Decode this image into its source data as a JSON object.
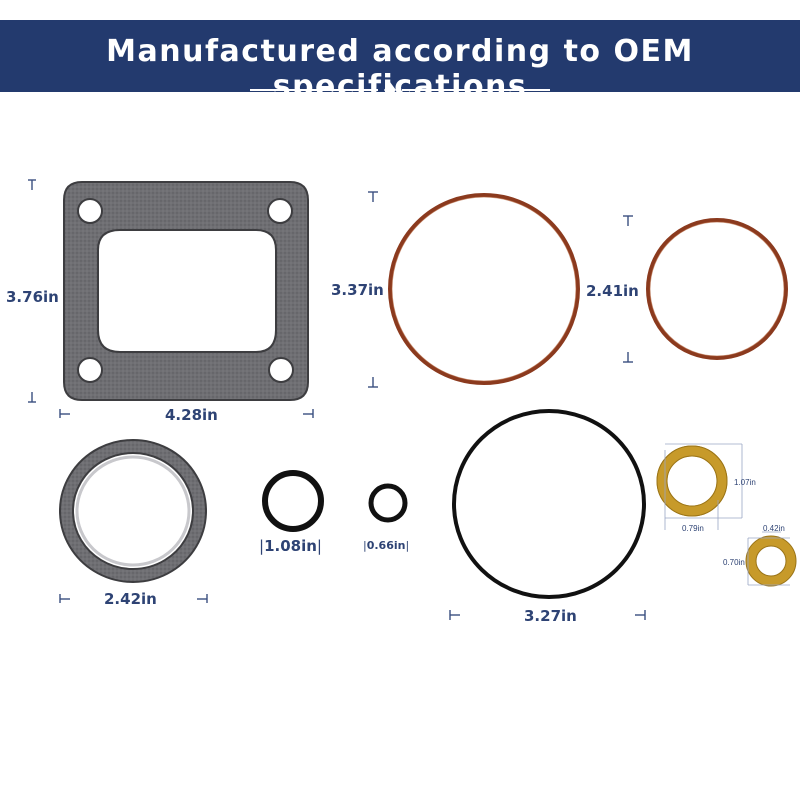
{
  "banner": {
    "title": "Manufactured according to OEM specifications",
    "background_color": "#233a6e",
    "text_color": "#ffffff"
  },
  "parts": {
    "gasket_square": {
      "height_label": "3.76in",
      "width_label": "4.28in"
    },
    "oring_brown_large": {
      "diameter_label": "3.37in",
      "color": "#8b3a1e"
    },
    "oring_brown_small": {
      "diameter_label": "2.41in",
      "color": "#8b3a1e"
    },
    "gasket_round": {
      "diameter_label": "2.42in"
    },
    "oring_black_medium": {
      "diameter_label": "1.08in"
    },
    "oring_black_small": {
      "diameter_label": "0.66in"
    },
    "oring_black_large": {
      "diameter_label": "3.27in"
    },
    "oring_yellow_large": {
      "outer_label": "1.07in",
      "inner_label": "0.79in",
      "color": "#c79a2a"
    },
    "oring_yellow_small": {
      "outer_label": "0.70in",
      "width_label": "0.42in",
      "color": "#c79a2a"
    }
  },
  "dimension_color": "#2e4374"
}
